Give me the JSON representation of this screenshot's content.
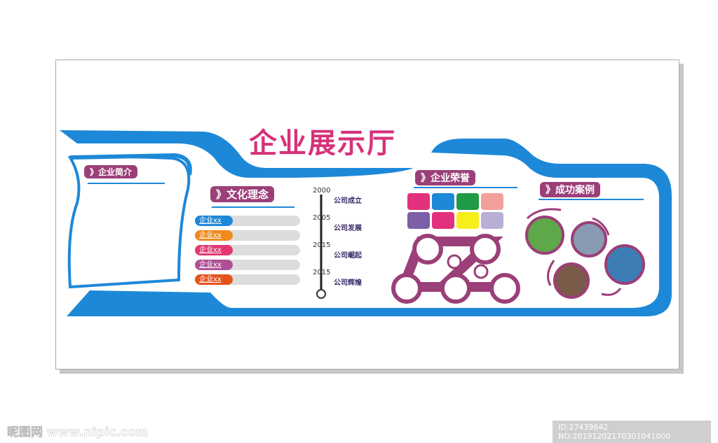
{
  "title": "企业展示厅",
  "sections": {
    "intro": "》企业简介",
    "culture": "》文化理念",
    "honor": "》企业荣誉",
    "cases": "》成功案例"
  },
  "culture_items": [
    {
      "label": "企业xx",
      "color": "#1e88d8"
    },
    {
      "label": "企业xx",
      "color": "#f08a1a"
    },
    {
      "label": "企业xx",
      "color": "#e2376e"
    },
    {
      "label": "企业xx",
      "color": "#b04e95"
    },
    {
      "label": "企业xx",
      "color": "#e5521a"
    }
  ],
  "timeline": [
    {
      "year": "2000",
      "event": "公司成立"
    },
    {
      "year": "2005",
      "event": "公司发展"
    },
    {
      "year": "2015",
      "event": "公司崛起"
    },
    {
      "year": "2015",
      "event": "公司辉煌"
    }
  ],
  "honor_colors": [
    "#e2317c",
    "#1e88d8",
    "#1f9a45",
    "#f4a09a",
    "#7c5fa6",
    "#e2317c",
    "#f8ef1a",
    "#b9aed6"
  ],
  "colors": {
    "blue": "#1e88d8",
    "purple": "#9b3f78",
    "title": "#d6327a"
  },
  "watermark": "昵图网 www.nipic.com",
  "image_id": "ID:27439642 NO:20191202170301041000"
}
